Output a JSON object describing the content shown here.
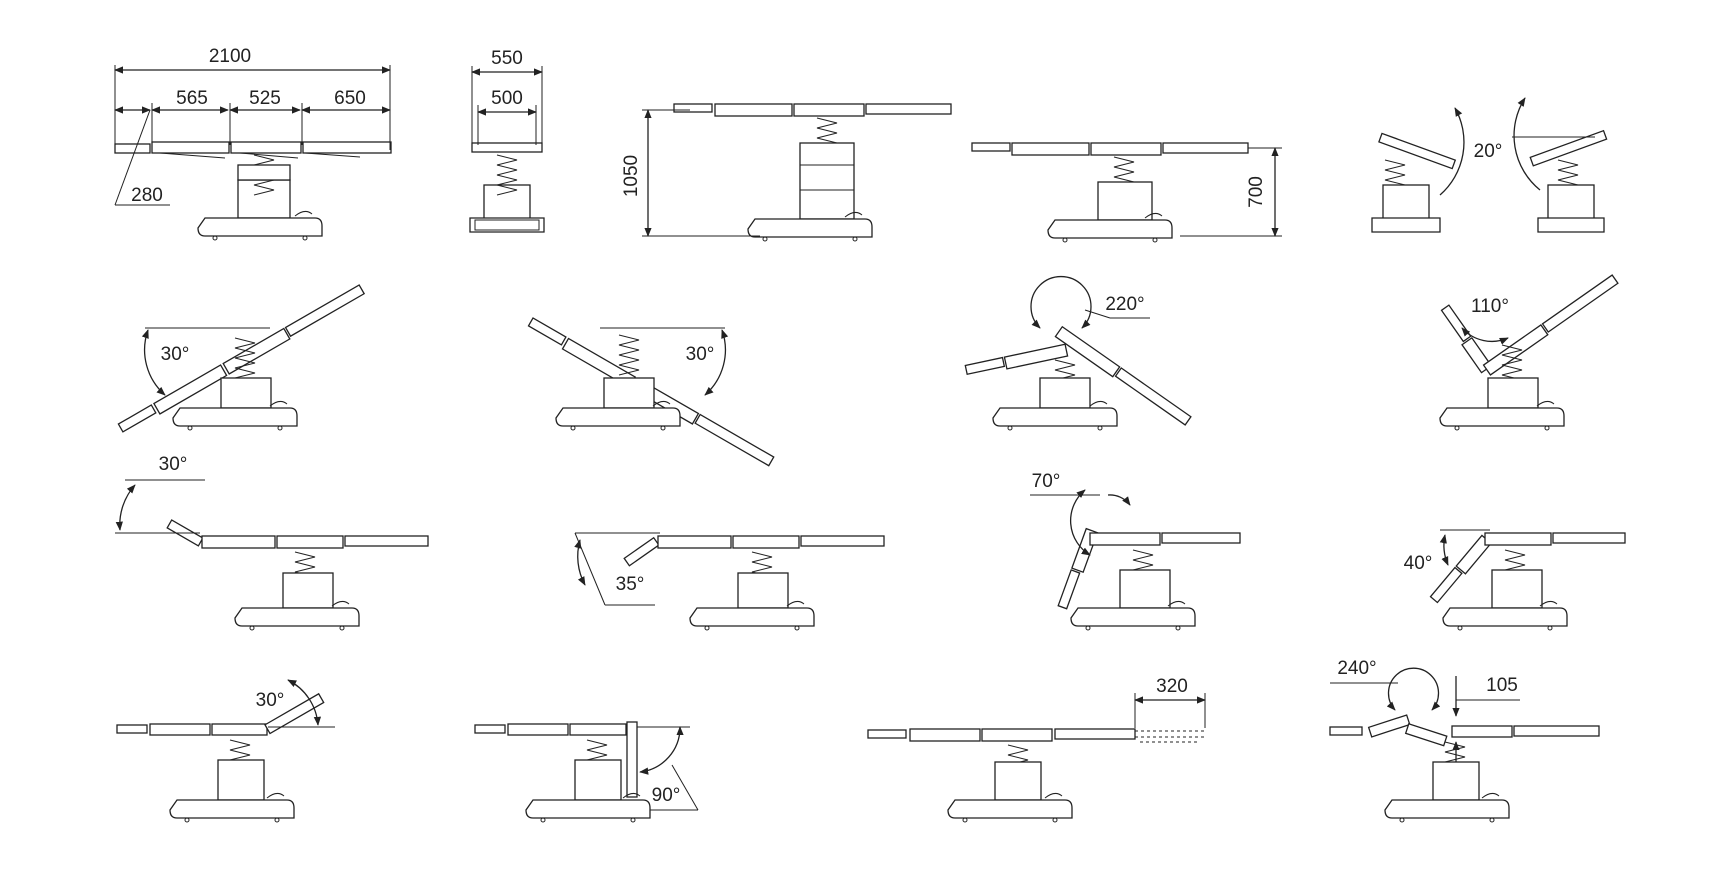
{
  "labels": {
    "d2100": "2100",
    "d565": "565",
    "d525": "525",
    "d650": "650",
    "d280": "280",
    "d550": "550",
    "d500": "500",
    "d1050": "1050",
    "d700": "700",
    "a20": "20°",
    "a30a": "30°",
    "a30b": "30°",
    "a220": "220°",
    "a110": "110°",
    "a30c": "30°",
    "a35": "35°",
    "a70": "70°",
    "a40": "40°",
    "a30d": "30°",
    "a90": "90°",
    "d320": "320",
    "a240": "240°",
    "d105": "105"
  }
}
